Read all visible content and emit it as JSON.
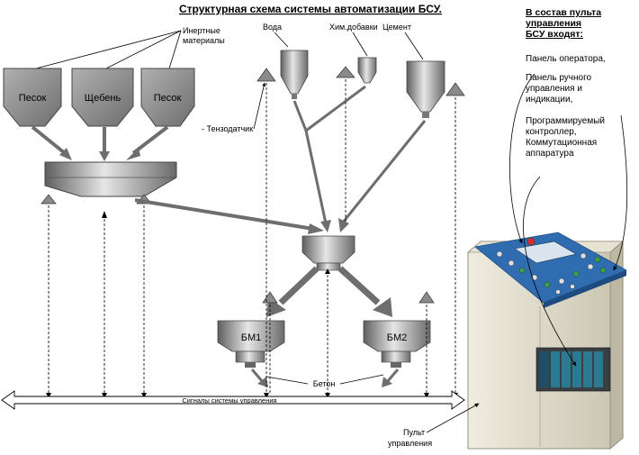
{
  "title": "Структурная схема системы автоматизации БСУ.",
  "materials": {
    "inert_label_1": "Инертные",
    "inert_label_2": "материалы",
    "voda": "Вода",
    "him": "Хим.добавки",
    "cement": "Цемент"
  },
  "bins": [
    "Песок",
    "Щебень",
    "Песок"
  ],
  "sensor_label": "- Тензодатчик",
  "mixers": [
    "БМ1",
    "БМ2"
  ],
  "beton": "Бетон",
  "signals_bus": "Сигналы системы управления",
  "pult": [
    "Пульт",
    "управления"
  ],
  "side_panel": {
    "heading": [
      "В состав пульта",
      "управления",
      "БСУ входят:"
    ],
    "items": [
      [
        "Панель оператора,"
      ],
      [
        "Панель ручного",
        "управления и",
        "индикации,"
      ],
      [
        "Программируемый",
        "контроллер,",
        "Коммутационная",
        "аппаратура"
      ]
    ]
  },
  "colors": {
    "metal_light": "#e8e8e8",
    "metal_dark": "#6b6b6b",
    "arrow_fill": "#7a7a7a",
    "cabinet": "#ddd9c8",
    "console_blue": "#2f6db0",
    "bus_fill": "#ffffff"
  }
}
